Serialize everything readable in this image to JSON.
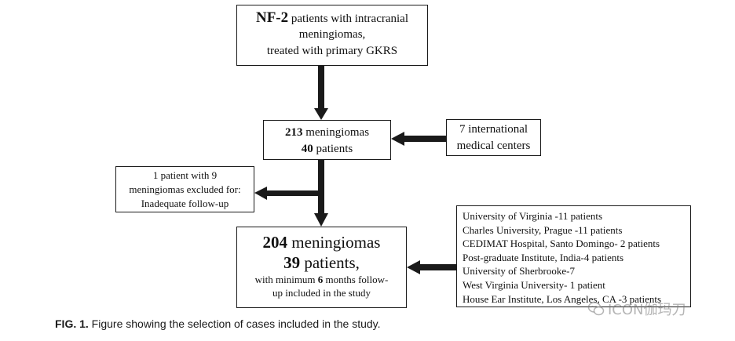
{
  "top_box": {
    "bold_lead": "NF-2",
    "line1_rest": " patients with intracranial",
    "line2": "meningiomas,",
    "line3": "treated with primary GKRS"
  },
  "mid_box": {
    "count1": "213",
    "label1": " meningiomas",
    "count2": "40",
    "label2": " patients"
  },
  "centers_box": {
    "line1": "7 international",
    "line2": "medical centers"
  },
  "excluded_box": {
    "line1": "1 patient with 9",
    "line2": "meningiomas excluded for:",
    "line3": "Inadequate follow-up"
  },
  "final_box": {
    "count1": "204",
    "label1": " meningiomas",
    "count2": "39",
    "label2": " patients,",
    "line3_pre": "with minimum ",
    "line3_bold": "6",
    "line3_post": " months follow-",
    "line4": "up included in the study"
  },
  "sites_box": {
    "sites": [
      "University of Virginia -11 patients",
      "Charles University, Prague -11 patients",
      "CEDIMAT Hospital, Santo Domingo- 2 patients",
      "Post-graduate Institute, India-4 patients",
      "University of Sherbrooke-7",
      "West Virginia University- 1 patient",
      "House Ear Institute, Los Angeles, CA -3 patients"
    ]
  },
  "caption": {
    "label": "FIG. 1.",
    "text": " Figure showing the selection of cases included in the study."
  },
  "watermark": {
    "text": "ICON伽玛刀"
  },
  "colors": {
    "arrow": "#1a1a1a",
    "border": "#1a1a1a",
    "watermark": "#8a8a8a"
  }
}
